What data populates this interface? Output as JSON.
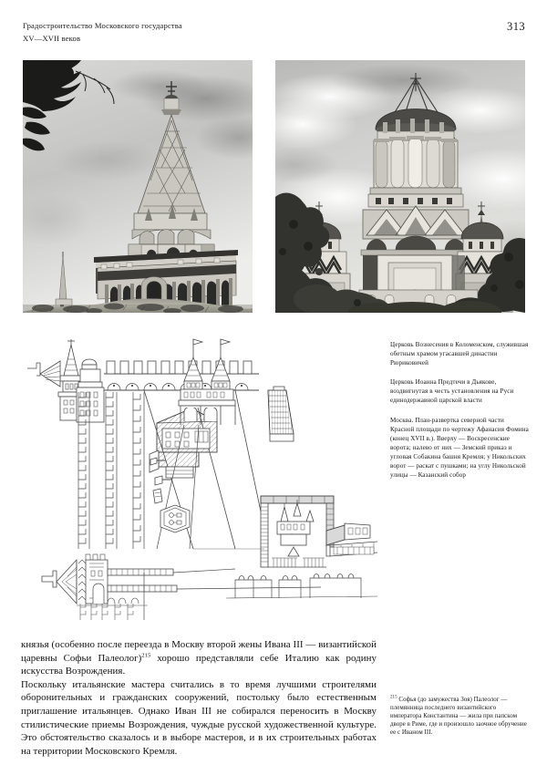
{
  "header": {
    "running_head_line1": "Градостроительство Московского государства",
    "running_head_line2": "XV—XVII веков",
    "page_number": "313"
  },
  "figures": [
    {
      "id": "photo-kolomenskoye",
      "icon": "photograph-church-ascension-kolomenskoye",
      "alt": "Церковь Вознесения в Коломенском"
    },
    {
      "id": "photo-dyakovo",
      "icon": "photograph-church-john-baptist-dyakovo",
      "alt": "Церковь Иоанна Предтечи в Дьякове"
    },
    {
      "id": "plan-drawing",
      "icon": "line-drawing-red-square-north-panorama",
      "alt": "План-развертка северной части Красной площади"
    }
  ],
  "captions": [
    "Церковь Вознесения в Коломенском, служившая обетным храмом угасавшей династии Рюриковичей",
    "Церковь Иоанна Предтечи в Дьякове, воздвигнутая в честь установления на Руси единодержавной царской власти",
    "Москва. План-развертка северной части Красной площади по чертежу Афанасия Фомина (конец XVII в.). Вверху — Воскресенские ворота; налево от них — Земский приказ и угловая Собакина башня Кремля; у Никольских ворот — раскат с пушками; на углу Никольской улицы — Казанский собор"
  ],
  "body": {
    "paragraph_1": "князья (особенно после переезда в Москву второй жены Ивана III — византийской царевны Софьи Палеолог)",
    "paragraph_1_footnote_marker": "215",
    "paragraph_1_cont": " хорошо представляли себе Италию как родину искусства Возрождения.",
    "paragraph_2": "Поскольку итальянские мастера считались в то время лучшими строителями оборонительных и гражданских сооружений, постольку было естественным приглашение итальянцев. Однако Иван III не собирался переносить в Москву стилистические приемы Возрождения, чуждые русской художественной культуре. Это обстоятельство сказалось и в выборе мастеров, и в их строительных работах на территории Московского Кремля."
  },
  "footnote": {
    "marker": "215",
    "text": " Софья (до замужества Зоя) Палеолог — племянница последнего византийского императора Константина — жила при папском дворе в Риме, где и произошло заочное обручение ее с Иваном III."
  },
  "colors": {
    "page_background": "#ffffff",
    "text": "#121212",
    "drawing_ink": "#4a4a4a"
  }
}
